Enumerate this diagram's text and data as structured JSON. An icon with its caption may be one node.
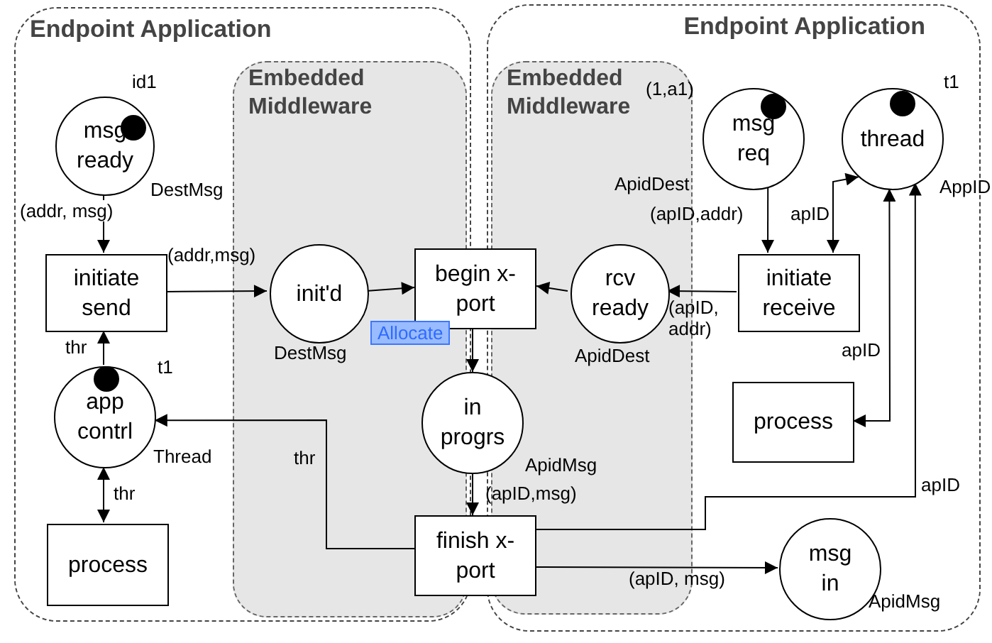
{
  "diagram": {
    "nodes": [
      {
        "text": [
          "Endpoint Application"
        ]
      },
      {
        "text": [
          "Embedded Middleware"
        ],
        "in": 0
      },
      {
        "text": [
          "Endpoint Application"
        ]
      },
      {
        "text": [
          "Embedded Middleware"
        ],
        "in": 2
      },
      {
        "text": [
          "msg ready"
        ],
        "beside": [
          "id1",
          "DestMsg"
        ],
        "in": 0
      },
      {
        "text": [
          "initiate send"
        ],
        "in": 0
      },
      {
        "text": [
          "app contrl"
        ],
        "beside": [
          "t1",
          "Thread"
        ],
        "in": 0
      },
      {
        "text": [
          "process"
        ],
        "in": 0
      },
      {
        "text": [
          "init'd"
        ],
        "beside": [
          "DestMsg"
        ],
        "in": 1
      },
      {
        "text": [
          "begin x-port"
        ]
      },
      {
        "text": [
          "rcv ready"
        ],
        "beside": [
          "ApidDest"
        ],
        "in": 3
      },
      {
        "text": [
          "in progrs"
        ],
        "beside": [
          "ApidMsg"
        ]
      },
      {
        "text": [
          "finish x-port"
        ]
      },
      {
        "text": [
          "msg req"
        ],
        "beside": [
          "(1,a1)",
          "ApidDest"
        ],
        "in": 2
      },
      {
        "text": [
          "thread"
        ],
        "beside": [
          "t1",
          "AppID"
        ],
        "in": 2
      },
      {
        "text": [
          "initiate receive"
        ],
        "in": 2
      },
      {
        "text": [
          "process"
        ],
        "in": 2
      },
      {
        "text": [
          "msg in"
        ],
        "beside": [
          "ApidMsg"
        ],
        "in": 2
      }
    ],
    "edges": [
      {
        "from": 4,
        "to": 5,
        "arrow": "to",
        "label": "(addr, msg)"
      },
      {
        "from": 5,
        "to": 8,
        "arrow": "to",
        "label": "(addr,msg)"
      },
      {
        "from": 8,
        "to": 9,
        "arrow": "to"
      },
      {
        "from": 15,
        "to": 10,
        "arrow": "to",
        "label": "(apID, addr)"
      },
      {
        "from": 10,
        "to": 9,
        "arrow": "to"
      },
      {
        "from": 13,
        "to": 15,
        "arrow": "to",
        "label": "(apID,addr)"
      },
      {
        "from": 14,
        "to": 15,
        "arrow": "both",
        "label": "apID"
      },
      {
        "from": 6,
        "to": 5,
        "arrow": "to",
        "label": "thr"
      },
      {
        "from": 6,
        "to": 7,
        "arrow": "both",
        "label": "thr"
      },
      {
        "from": 9,
        "to": 11,
        "arrow": "to"
      },
      {
        "from": 11,
        "to": 12,
        "arrow": "to",
        "label": "(apID,msg)"
      },
      {
        "from": 12,
        "to": 6,
        "arrow": "to",
        "label": "thr"
      },
      {
        "from": 12,
        "to": 14,
        "arrow": "to",
        "label": "apID"
      },
      {
        "from": 14,
        "to": 16,
        "arrow": "both",
        "label": "apID"
      },
      {
        "from": 12,
        "to": 17,
        "arrow": "to",
        "label": "(apID, msg)"
      }
    ],
    "labels": [
      "Allocate"
    ]
  }
}
